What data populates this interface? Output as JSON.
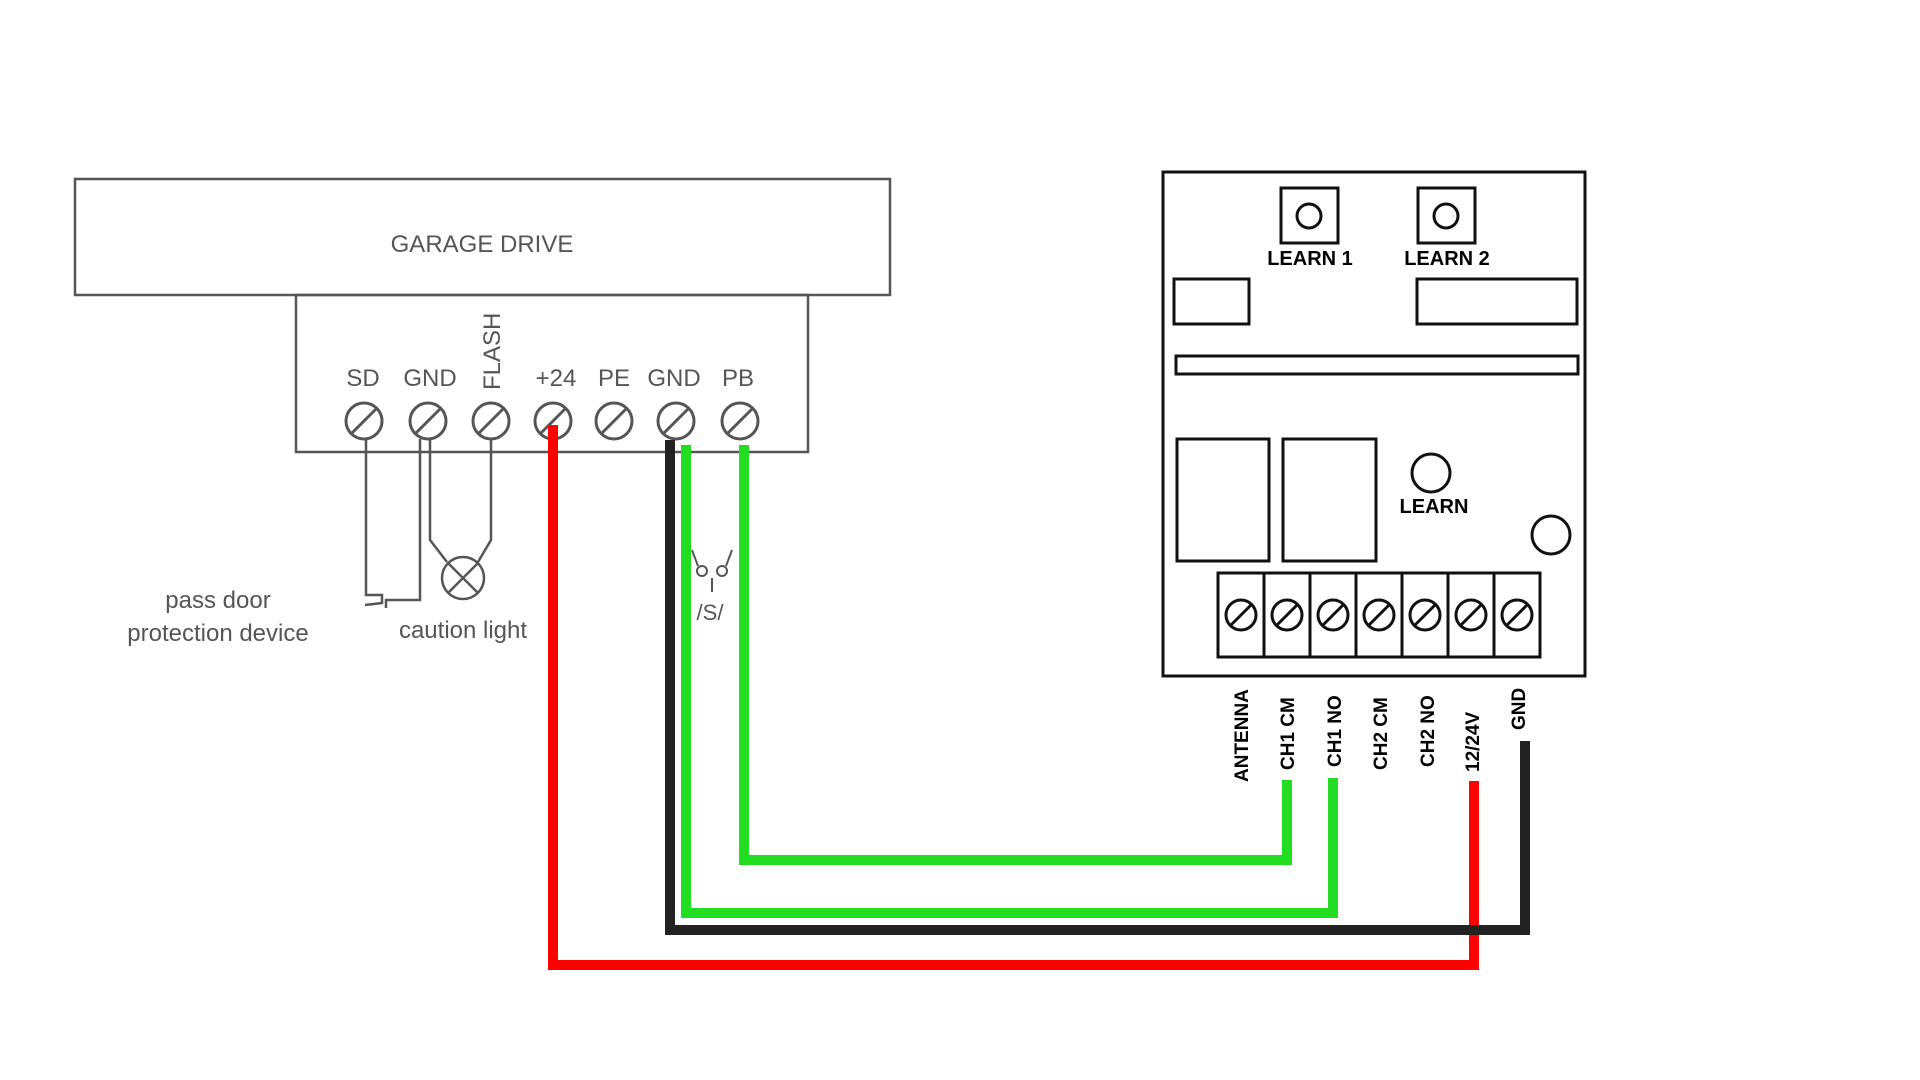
{
  "drive": {
    "title": "GARAGE DRIVE",
    "terminals": [
      "SD",
      "GND",
      "FLASH",
      "+24",
      "PE",
      "GND",
      "PB"
    ]
  },
  "annotations": {
    "pass_door_line1": "pass door",
    "pass_door_line2": "protection device",
    "caution_light": "caution light",
    "switch_symbol": "/S/"
  },
  "receiver": {
    "learn1": "LEARN 1",
    "learn2": "LEARN 2",
    "learn": "LEARN",
    "terminals": [
      "ANTENNA",
      "CH1 CM",
      "CH1 NO",
      "CH2 CM",
      "CH2 NO",
      "12/24V",
      "GND"
    ]
  },
  "wires": [
    {
      "from": "PB",
      "to": "CH1 CM",
      "color": "#22dd22"
    },
    {
      "from": "GND",
      "to": "CH1 NO",
      "color": "#22dd22"
    },
    {
      "from": "GND",
      "to": "GND",
      "color": "#222222"
    },
    {
      "from": "+24",
      "to": "12/24V",
      "color": "#ff0000"
    }
  ]
}
